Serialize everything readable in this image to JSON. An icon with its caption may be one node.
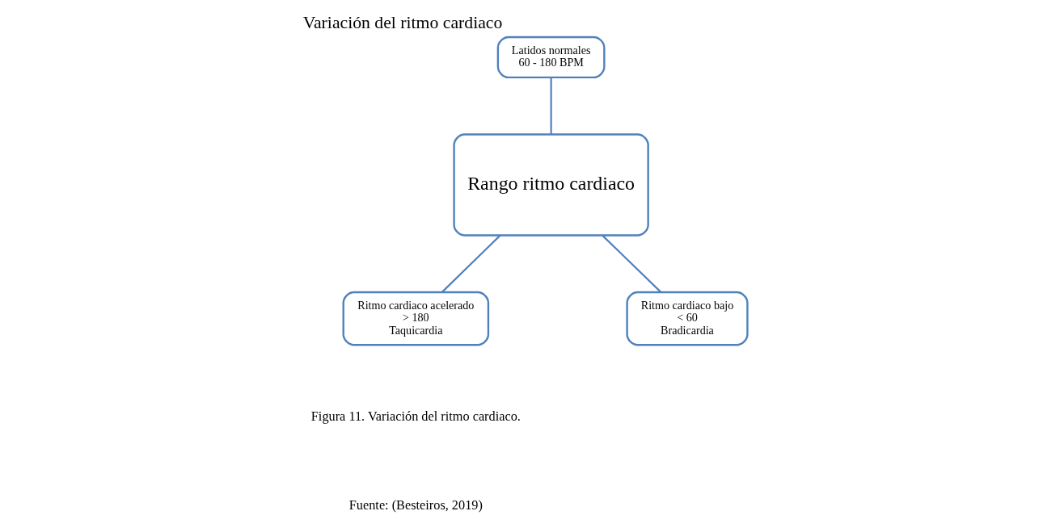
{
  "diagram": {
    "title": "Variación del ritmo cardiaco",
    "caption": "Figura 11. Variación del ritmo cardiaco.",
    "nodes": [
      {
        "text": [
          "Rango ritmo cardiaco"
        ]
      },
      {
        "text": [
          "Latidos normales",
          "60 - 180 BPM"
        ]
      },
      {
        "text": [
          "Ritmo cardiaco acelerado",
          "> 180",
          "Taquicardia"
        ]
      },
      {
        "text": [
          "Ritmo cardiaco bajo",
          "< 60",
          "Bradicardia"
        ]
      }
    ],
    "edges": [
      {
        "from": 0,
        "to": 1,
        "arrow": "none"
      },
      {
        "from": 0,
        "to": 2,
        "arrow": "none"
      },
      {
        "from": 0,
        "to": 3,
        "arrow": "none"
      }
    ],
    "labels": [
      "Fuente: (Besteiros, 2019)"
    ]
  }
}
